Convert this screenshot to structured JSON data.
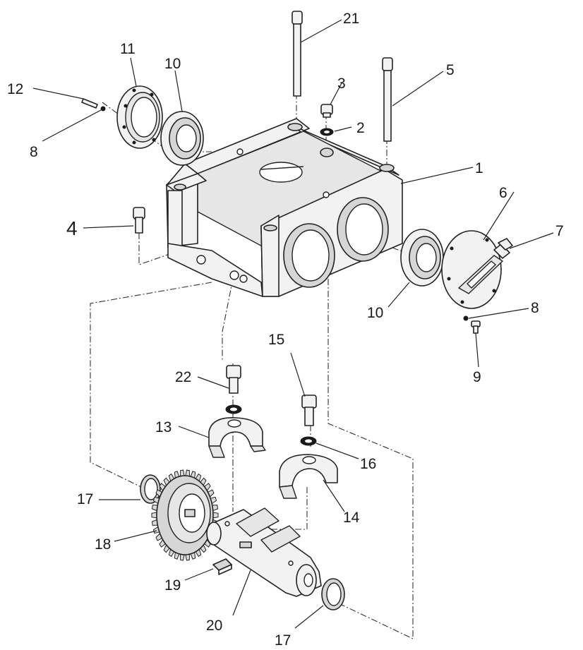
{
  "callouts": [
    {
      "id": "c1",
      "text": "1"
    },
    {
      "id": "c2",
      "text": "2"
    },
    {
      "id": "c3",
      "text": "3"
    },
    {
      "id": "c4",
      "text": "4"
    },
    {
      "id": "c5",
      "text": "5"
    },
    {
      "id": "c6",
      "text": "6"
    },
    {
      "id": "c7",
      "text": "7"
    },
    {
      "id": "c8a",
      "text": "8"
    },
    {
      "id": "c8b",
      "text": "8"
    },
    {
      "id": "c9",
      "text": "9"
    },
    {
      "id": "c10a",
      "text": "10"
    },
    {
      "id": "c10b",
      "text": "10"
    },
    {
      "id": "c11",
      "text": "11"
    },
    {
      "id": "c12",
      "text": "12"
    },
    {
      "id": "c13",
      "text": "13"
    },
    {
      "id": "c14",
      "text": "14"
    },
    {
      "id": "c15",
      "text": "15"
    },
    {
      "id": "c16",
      "text": "16"
    },
    {
      "id": "c17a",
      "text": "17"
    },
    {
      "id": "c17b",
      "text": "17"
    },
    {
      "id": "c18",
      "text": "18"
    },
    {
      "id": "c19",
      "text": "19"
    },
    {
      "id": "c20",
      "text": "20"
    },
    {
      "id": "c21",
      "text": "21"
    },
    {
      "id": "c22",
      "text": "22"
    }
  ]
}
